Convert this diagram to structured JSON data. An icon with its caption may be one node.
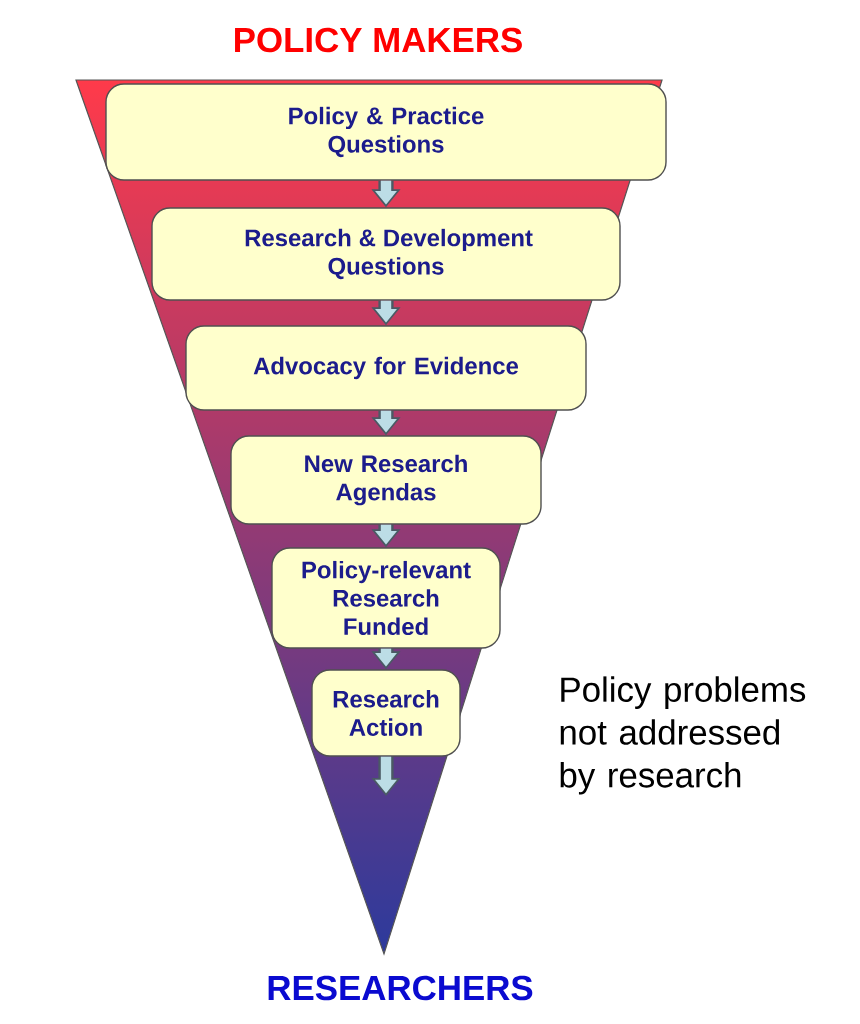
{
  "diagram": {
    "nodes": [
      {
        "text": [
          "Policy & Practice Questions"
        ]
      },
      {
        "text": [
          "Research & Development Questions"
        ]
      },
      {
        "text": [
          "Advocacy for Evidence"
        ]
      },
      {
        "text": [
          "New Research Agendas"
        ]
      },
      {
        "text": [
          "Policy-relevant Research Funded"
        ]
      },
      {
        "text": [
          "Research Action"
        ]
      }
    ],
    "edges": [
      {
        "from": 0,
        "to": 1,
        "arrow": "to"
      },
      {
        "from": 1,
        "to": 2,
        "arrow": "to"
      },
      {
        "from": 2,
        "to": 3,
        "arrow": "to"
      },
      {
        "from": 3,
        "to": 4,
        "arrow": "to"
      },
      {
        "from": 4,
        "to": 5,
        "arrow": "to"
      },
      {
        "from": 5,
        "to": null,
        "arrow": "to"
      }
    ],
    "labels": [
      "POLICY MAKERS",
      "Policy problems not addressed by research",
      "RESEARCHERS"
    ]
  }
}
